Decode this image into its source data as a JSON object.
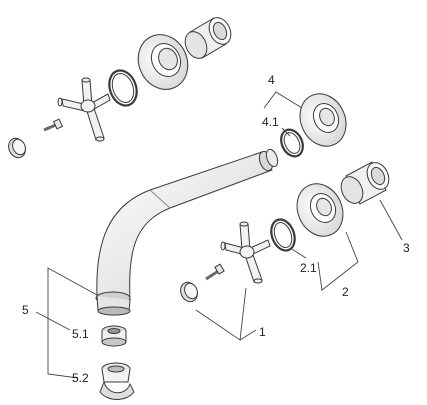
{
  "callouts": {
    "c1": "1",
    "c2": "2",
    "c21": "2.1",
    "c3": "3",
    "c4": "4",
    "c41": "4.1",
    "c5": "5",
    "c51": "5.1",
    "c52": "5.2"
  },
  "colors": {
    "stroke": "#3a3a3a",
    "fill_light": "#f4f4f4",
    "fill_mid": "#dcdcdc",
    "leader": "#444444"
  }
}
